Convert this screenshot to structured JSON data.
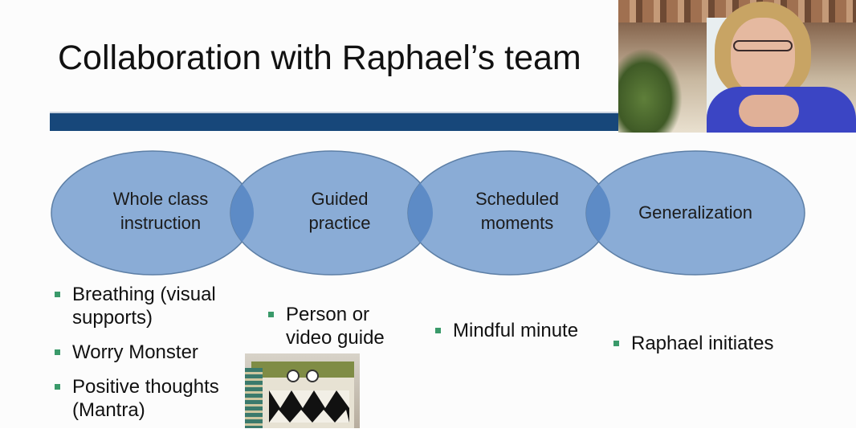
{
  "slide": {
    "title": "Collaboration with Raphael’s team"
  },
  "colors": {
    "band": "#17477a",
    "oval_fill": "#8aacd6",
    "oval_overlap": "#5d8bc6",
    "oval_stroke": "#5d7fa6",
    "bullet_marker": "#3a9a6a"
  },
  "stages": [
    {
      "label_line1": "Whole class",
      "label_line2": "instruction"
    },
    {
      "label_line1": "Guided",
      "label_line2": "practice"
    },
    {
      "label_line1": "Scheduled",
      "label_line2": "moments"
    },
    {
      "label_line1": "Generalization",
      "label_line2": ""
    }
  ],
  "columns": [
    {
      "items": [
        {
          "line1": "Breathing (visual",
          "line2": "supports)"
        },
        {
          "line1": "Worry Monster",
          "line2": ""
        },
        {
          "line1": "Positive thoughts",
          "line2": "(Mantra)"
        }
      ]
    },
    {
      "items": [
        {
          "line1": "Person or",
          "line2": "video guide"
        }
      ]
    },
    {
      "items": [
        {
          "line1": "Mindful minute",
          "line2": ""
        }
      ]
    },
    {
      "items": [
        {
          "line1": "Raphael initiates",
          "line2": ""
        }
      ]
    }
  ],
  "media": {
    "webcam": "webcam-feed",
    "photo": "worry-monster-photo"
  }
}
